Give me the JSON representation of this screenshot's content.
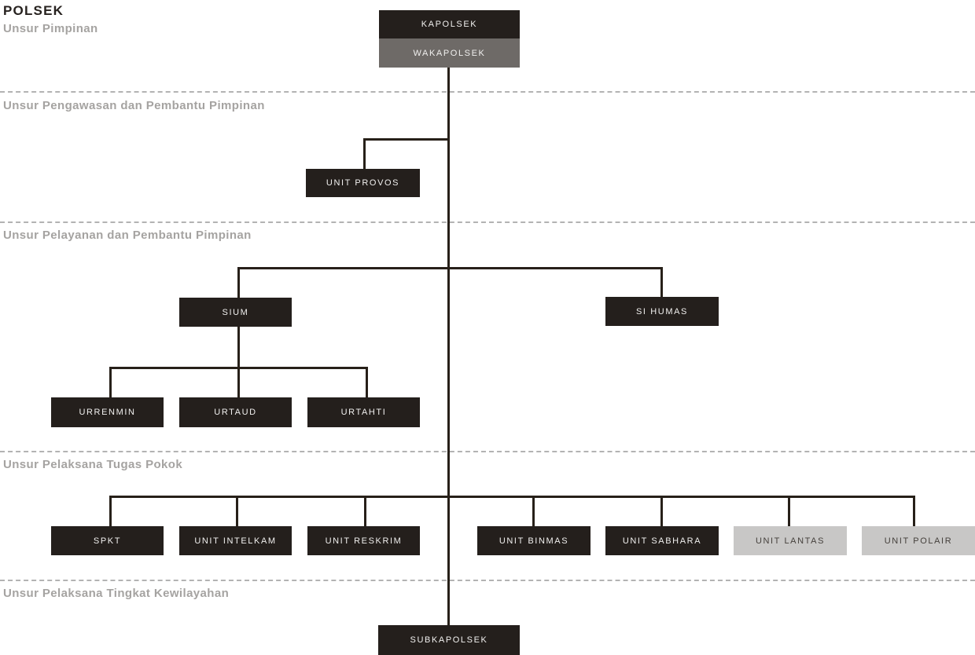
{
  "title": "POLSEK",
  "sections": [
    {
      "label": "Unsur Pimpinan"
    },
    {
      "label": "Unsur Pengawasan dan Pembantu Pimpinan"
    },
    {
      "label": "Unsur Pelayanan dan Pembantu Pimpinan"
    },
    {
      "label": "Unsur Pelaksana Tugas Pokok"
    },
    {
      "label": "Unsur Pelaksana Tingkat Kewilayahan"
    }
  ],
  "nodes": {
    "kapolsek": "KAPOLSEK",
    "wakapolsek": "WAKAPOLSEK",
    "unit_provos": "UNIT PROVOS",
    "sium": "SIUM",
    "si_humas": "SI HUMAS",
    "urrenmin": "URRENMIN",
    "urtaud": "URTAUD",
    "urtahti": "URTAHTI",
    "spkt": "SPKT",
    "unit_intelkam": "UNIT INTELKAM",
    "unit_reskrim": "UNIT RESKRIM",
    "unit_binmas": "UNIT BINMAS",
    "unit_sabhara": "UNIT SABHARA",
    "unit_lantas": "UNIT LANTAS",
    "unit_polair": "UNIT POLAIR",
    "subkapolsek": "SUBKAPOLSEK"
  },
  "colors": {
    "background": "#ffffff",
    "dark_node": "#241f1c",
    "gray_node": "#6e6a67",
    "light_node": "#c8c7c6",
    "dark_node_text": "#f1f0ef",
    "light_node_text": "#45403c",
    "connector_line": "#272019",
    "divider_dash": "#b3b3b3",
    "section_label_text": "#a5a3a1",
    "title_text": "#27221f"
  }
}
